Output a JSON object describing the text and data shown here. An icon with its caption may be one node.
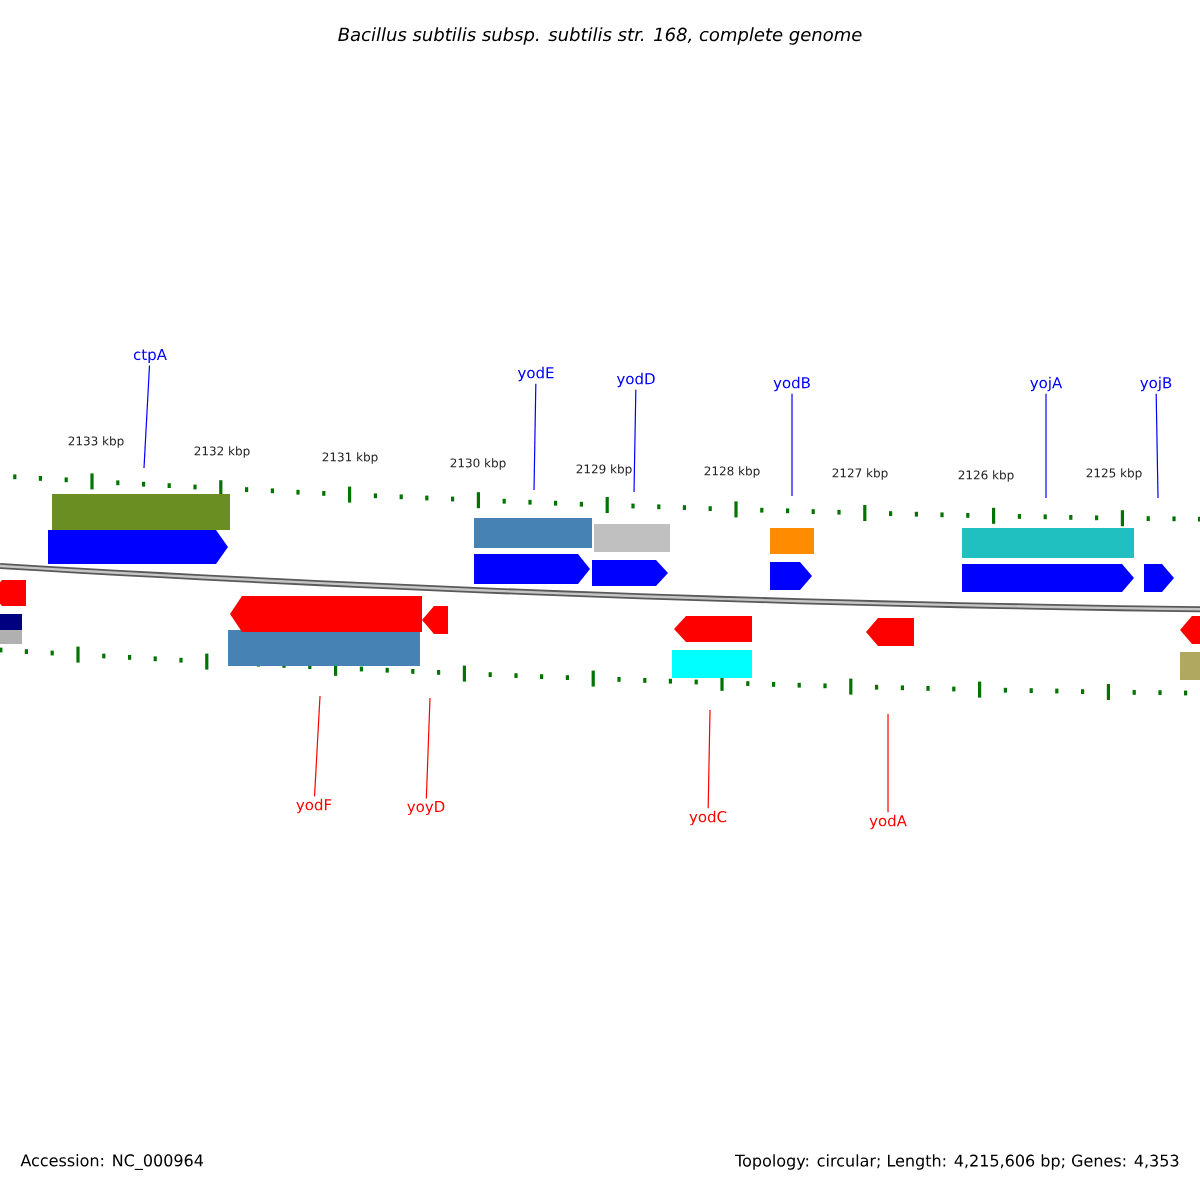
{
  "diagram": {
    "title": "Bacillus subtilis subsp. subtilis str. 168, complete genome",
    "nodes": [
      {
        "text": [
          "ctpA"
        ]
      },
      {
        "text": [
          "yodE"
        ]
      },
      {
        "text": [
          "yodD"
        ]
      },
      {
        "text": [
          "yodB"
        ]
      },
      {
        "text": [
          "yojA"
        ]
      },
      {
        "text": [
          "yojB"
        ]
      },
      {
        "text": [
          "yodF"
        ]
      },
      {
        "text": [
          "yoyD"
        ]
      },
      {
        "text": [
          "yodC"
        ]
      },
      {
        "text": [
          "yodA"
        ]
      }
    ],
    "edges": [
      {
        "from": 0,
        "to": null,
        "arrow": "none",
        "color": "#0000ff"
      },
      {
        "from": 1,
        "to": null,
        "arrow": "none",
        "color": "#0000ff"
      },
      {
        "from": 2,
        "to": null,
        "arrow": "none",
        "color": "#0000ff"
      },
      {
        "from": 3,
        "to": null,
        "arrow": "none",
        "color": "#0000ff"
      },
      {
        "from": 4,
        "to": null,
        "arrow": "none",
        "color": "#0000ff"
      },
      {
        "from": 5,
        "to": null,
        "arrow": "none",
        "color": "#0000ff"
      },
      {
        "from": 6,
        "to": null,
        "arrow": "none",
        "color": "#ff0000"
      },
      {
        "from": 7,
        "to": null,
        "arrow": "none",
        "color": "#ff0000"
      },
      {
        "from": 8,
        "to": null,
        "arrow": "none",
        "color": "#ff0000"
      },
      {
        "from": 9,
        "to": null,
        "arrow": "none",
        "color": "#ff0000"
      }
    ],
    "labels": [
      "2133 kbp",
      "2132 kbp",
      "2131 kbp",
      "2130 kbp",
      "2129 kbp",
      "2128 kbp",
      "2127 kbp",
      "2126 kbp",
      "2125 kbp",
      "Accession: NC_000964",
      "Topology: circular; Length: 4,215,606 bp; Genes: 4,353"
    ]
  }
}
